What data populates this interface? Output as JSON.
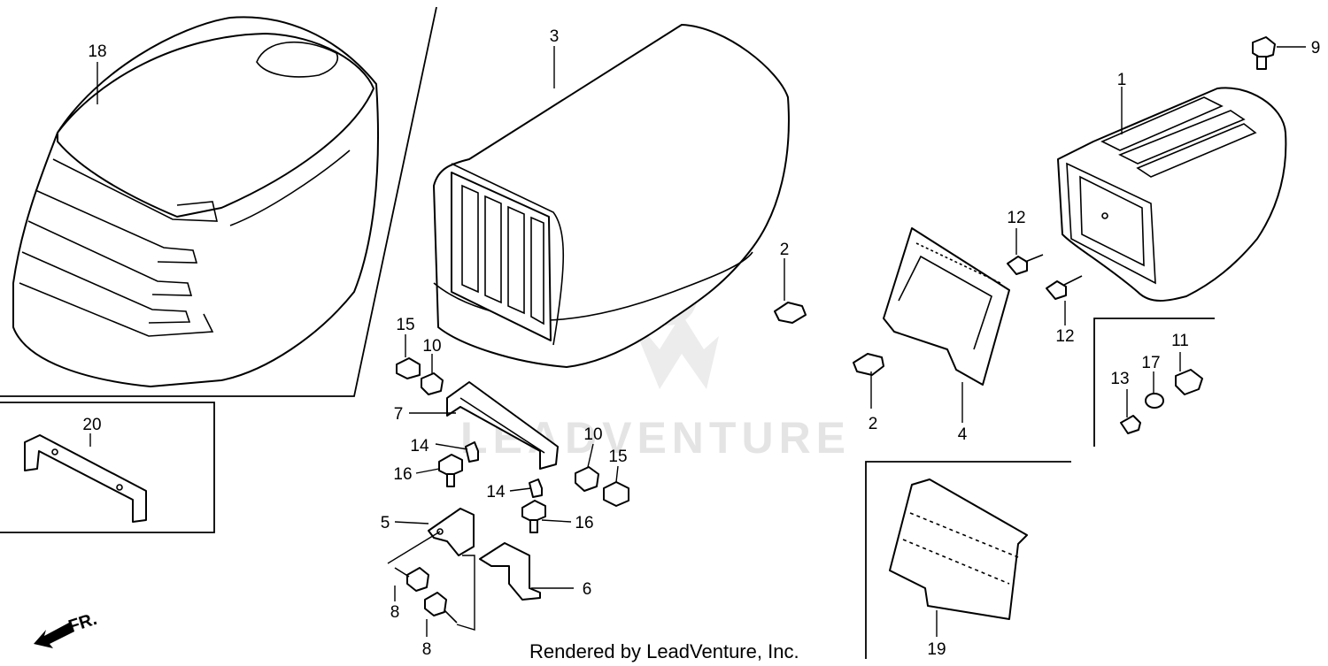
{
  "diagram": {
    "callouts": [
      {
        "id": "18",
        "text": "18"
      },
      {
        "id": "3",
        "text": "3"
      },
      {
        "id": "9",
        "text": "9"
      },
      {
        "id": "1",
        "text": "1"
      },
      {
        "id": "2a",
        "text": "2"
      },
      {
        "id": "12a",
        "text": "12"
      },
      {
        "id": "12b",
        "text": "12"
      },
      {
        "id": "15a",
        "text": "15"
      },
      {
        "id": "10a",
        "text": "10"
      },
      {
        "id": "7",
        "text": "7"
      },
      {
        "id": "14a",
        "text": "14"
      },
      {
        "id": "16a",
        "text": "16"
      },
      {
        "id": "10b",
        "text": "10"
      },
      {
        "id": "15b",
        "text": "15"
      },
      {
        "id": "14b",
        "text": "14"
      },
      {
        "id": "16b",
        "text": "16"
      },
      {
        "id": "5",
        "text": "5"
      },
      {
        "id": "6",
        "text": "6"
      },
      {
        "id": "8a",
        "text": "8"
      },
      {
        "id": "8b",
        "text": "8"
      },
      {
        "id": "20",
        "text": "20"
      },
      {
        "id": "2b",
        "text": "2"
      },
      {
        "id": "4",
        "text": "4"
      },
      {
        "id": "11",
        "text": "11"
      },
      {
        "id": "13",
        "text": "13"
      },
      {
        "id": "17",
        "text": "17"
      },
      {
        "id": "19",
        "text": "19"
      }
    ],
    "direction_label": "FR.",
    "watermark": "LEADVENTURE",
    "footer": "Rendered by LeadVenture, Inc."
  }
}
